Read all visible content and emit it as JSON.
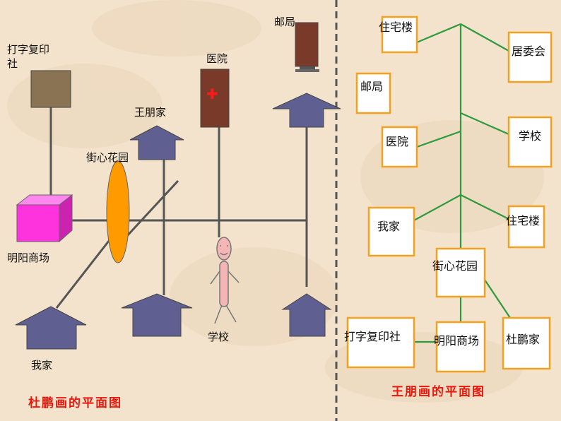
{
  "left_map": {
    "caption": "杜鹏画的平面图",
    "labels": {
      "print_shop_line1": "打字复印",
      "print_shop_line2": "社",
      "post_office": "邮局",
      "hospital": "医院",
      "wang_peng_home": "王朋家",
      "garden": "街心花园",
      "mall": "明阳商场",
      "school": "学校",
      "my_home": "我家"
    },
    "hospital_cross": "✚"
  },
  "right_map": {
    "caption": "王朋画的平面图",
    "labels": {
      "residence_top": "住宅楼",
      "residents_committee": "居委会",
      "post_office": "邮局",
      "hospital": "医院",
      "school": "学校",
      "my_home": "我家",
      "residence_mid": "住宅楼",
      "garden": "街心花园",
      "print_shop": "打字复印社",
      "mall": "明阳商场",
      "du_peng_home": "杜鹏家"
    }
  },
  "colors": {
    "background": "#f3e3cc",
    "divider": "#555555",
    "left_lines": "#555555",
    "house": "#5f5f92",
    "print_shop": "#8a7352",
    "hospital": "#7a3a2a",
    "post_office": "#7a3a2a",
    "mall": "#ff33dd",
    "garden": "#ff9a00",
    "box_border": "#f4a020",
    "right_lines": "#2e9a3e",
    "caption": "#e8180c",
    "person": "#f4b5b5"
  }
}
